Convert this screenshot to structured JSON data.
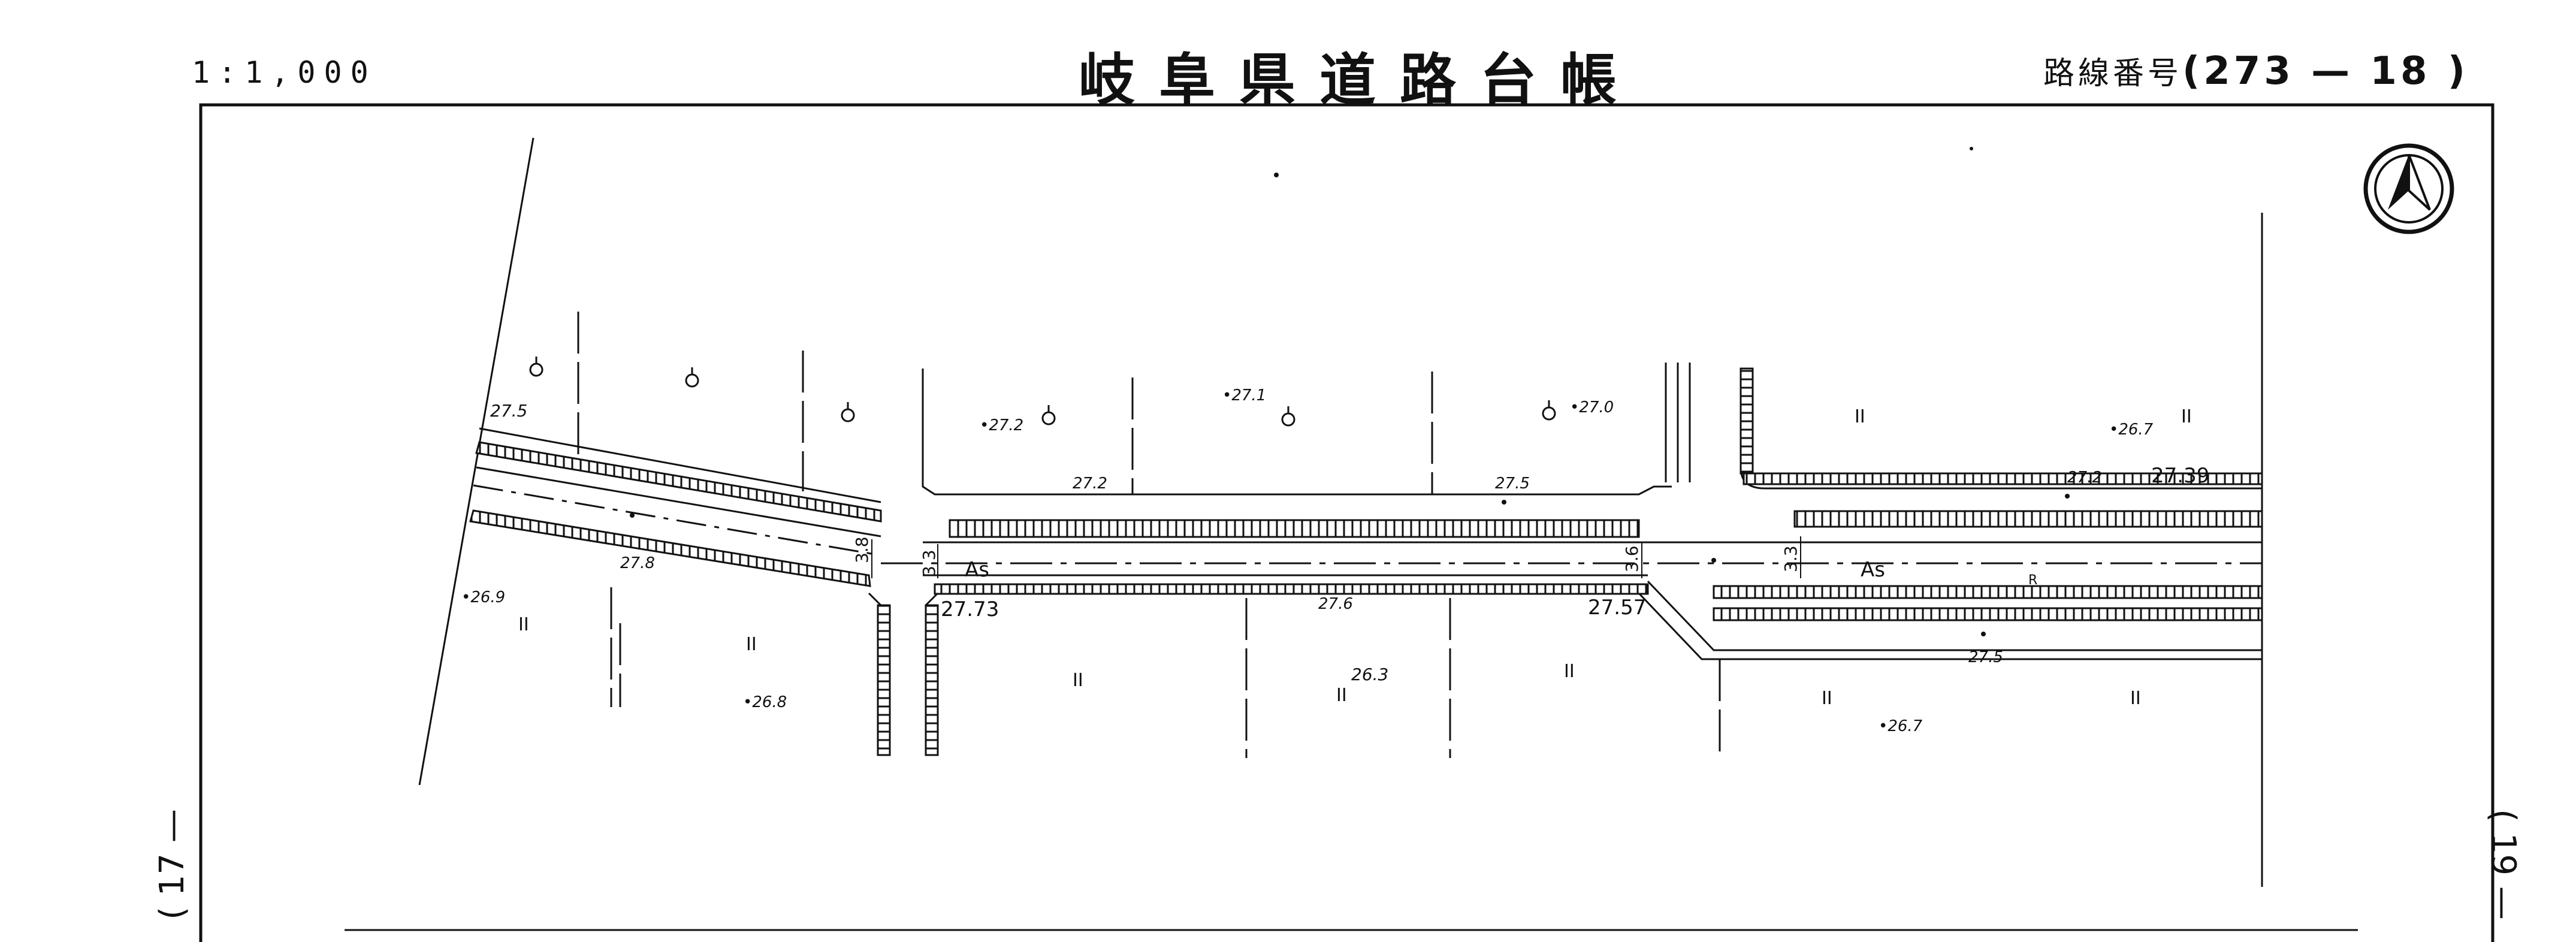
{
  "header": {
    "scale": "1:1,000",
    "title": "岐阜県道路台帳",
    "route_label": "路線番号",
    "route_number": "(273 — 18 )"
  },
  "side_refs": {
    "left": "( 17 —",
    "right": "( 19 —"
  },
  "north_arrow": "north-arrow-icon",
  "road": {
    "surface_label": "As",
    "surface_label_2": "As",
    "marker_R": "R"
  },
  "widths": {
    "w1": "3.8",
    "w2": "3.3",
    "w3": "3.6",
    "w4": "3.3"
  },
  "elevations": {
    "e1": "27.5",
    "e2": "27.8",
    "e3": "•26.9",
    "e4": "•26.8",
    "e5": "•27.2",
    "e6": "•27.1",
    "e7": "•27.0",
    "e8": "27.2",
    "e9": "27.5",
    "e10": "27.73",
    "e11": "27.6",
    "e12": "26.3",
    "e13": "27.57",
    "e14": "•26.7",
    "e15": "27.2",
    "e16": "27.39",
    "e17": "27.5",
    "e18": "•26.7"
  },
  "land_use": {
    "paddy": "II"
  }
}
